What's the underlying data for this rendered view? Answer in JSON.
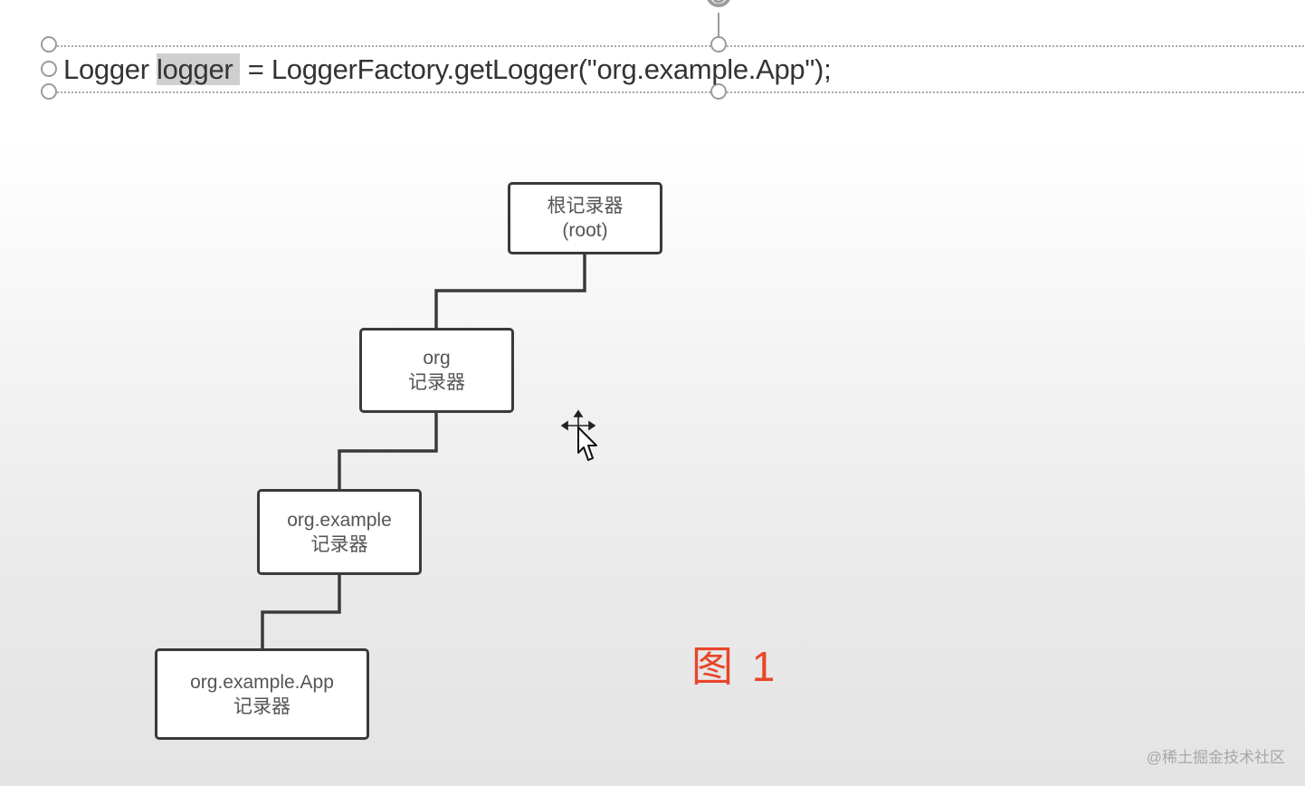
{
  "editor": {
    "code_prefix": "Logger ",
    "code_selected": "logger",
    "code_suffix": " = LoggerFactory.getLogger(\"org.example.App\");"
  },
  "diagram": {
    "nodes": [
      {
        "line1": "根记录器",
        "line2": "(root)"
      },
      {
        "line1": "org",
        "line2": "记录器"
      },
      {
        "line1": "org.example",
        "line2": "记录器"
      },
      {
        "line1": "org.example.App",
        "line2": "记录器"
      }
    ],
    "figure_label": "图 1"
  },
  "watermark": "@稀土掘金技术社区",
  "colors": {
    "figure_label": "#e8452a",
    "node_border": "#3a3a3a",
    "selection_highlight": "#cfcfcf"
  },
  "icons": {
    "rotate_handle": "rotate-icon",
    "cursor": "move-cursor-icon"
  }
}
